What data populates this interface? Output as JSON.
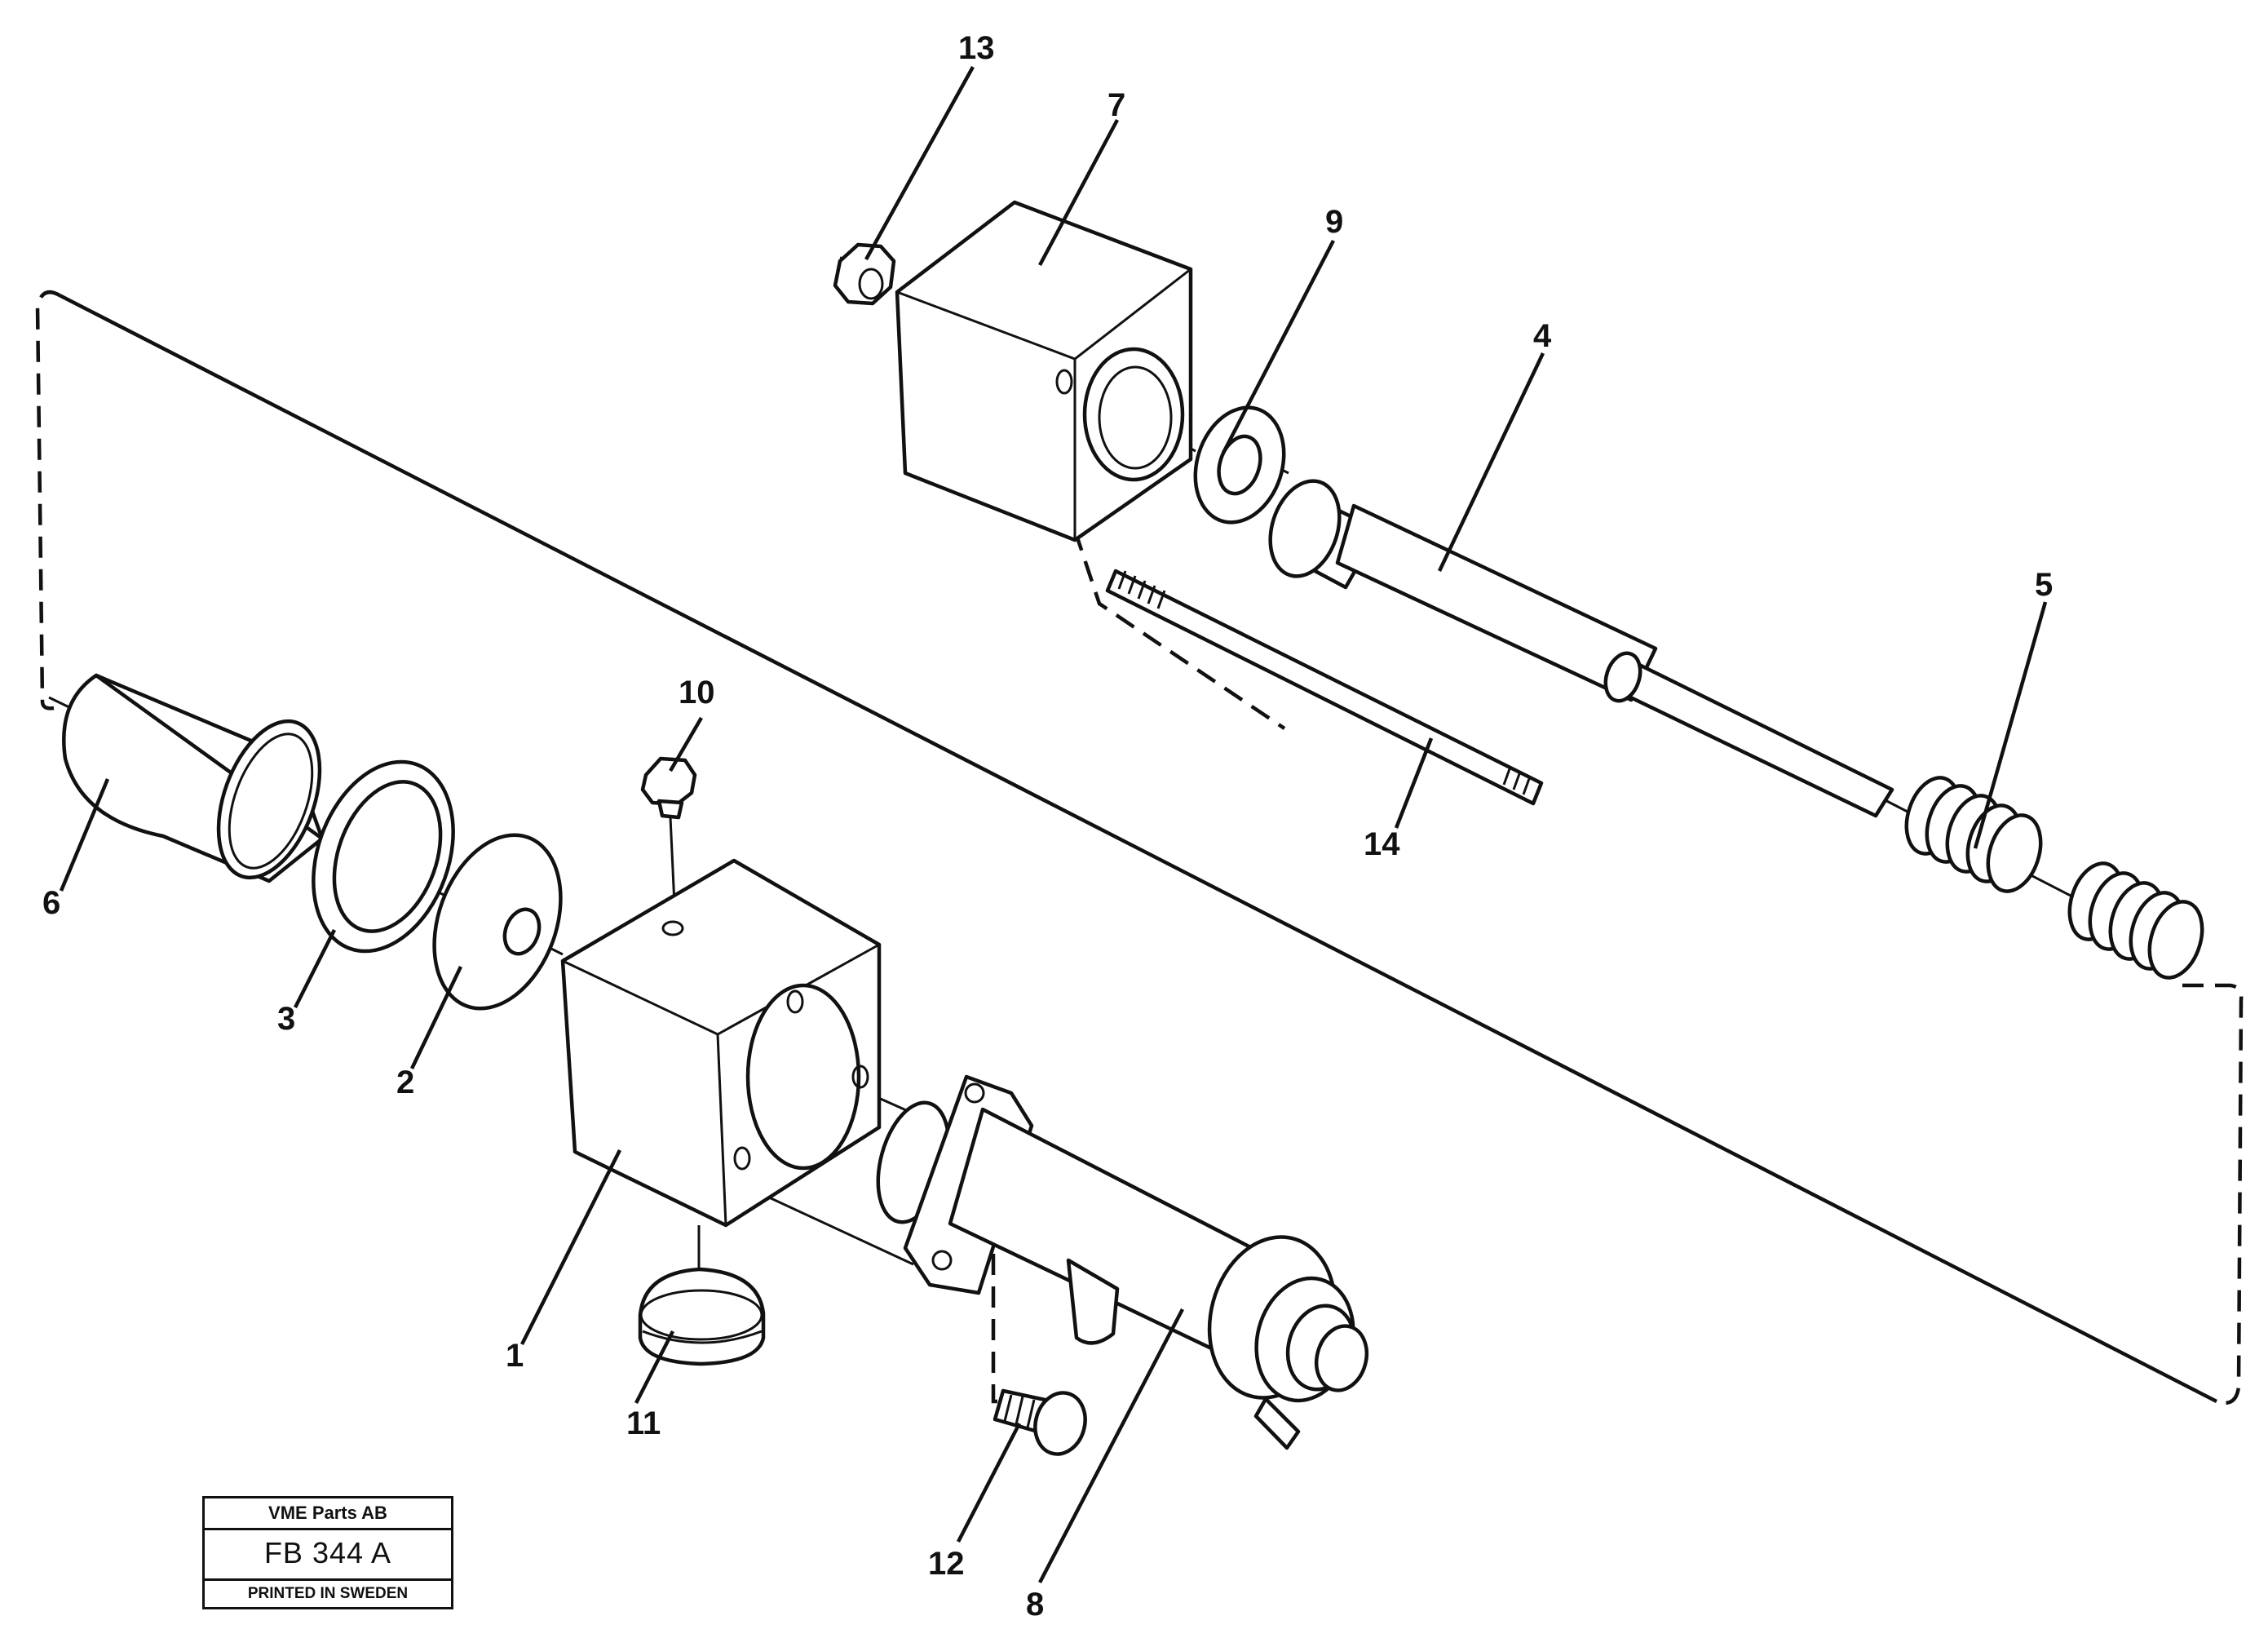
{
  "title_block": {
    "company": "VME Parts AB",
    "code": "FB 344 A",
    "printed": "PRINTED IN SWEDEN"
  },
  "callouts": {
    "c1": "1",
    "c2": "2",
    "c3": "3",
    "c4": "4",
    "c5": "5",
    "c6": "6",
    "c7": "7",
    "c8": "8",
    "c9": "9",
    "c10": "10",
    "c11": "11",
    "c12": "12",
    "c13": "13",
    "c14": "14"
  }
}
